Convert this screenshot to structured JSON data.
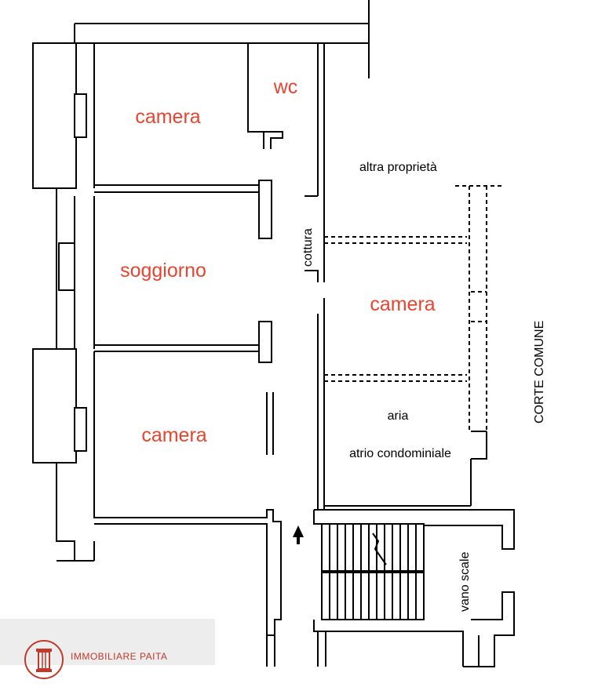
{
  "rooms": {
    "camera_top": "camera",
    "wc": "wc",
    "soggiorno": "soggiorno",
    "camera_bottom": "camera",
    "camera_right": "camera",
    "cottura": "cottura"
  },
  "notes": {
    "altra_proprieta": "altra proprietà",
    "aria": "aria",
    "atrio": "atrio condominiale",
    "vano_scale": "vano scale",
    "corte_comune": "CORTE COMUNE"
  },
  "brand": {
    "name": "IMMOBILIARE PAITA",
    "color": "#c0392b"
  },
  "colors": {
    "room_label": "#e8442f",
    "walls": "#000000",
    "brand_band": "#ededed"
  },
  "icons": [
    "entrance-arrow-icon",
    "column-logo-icon"
  ]
}
